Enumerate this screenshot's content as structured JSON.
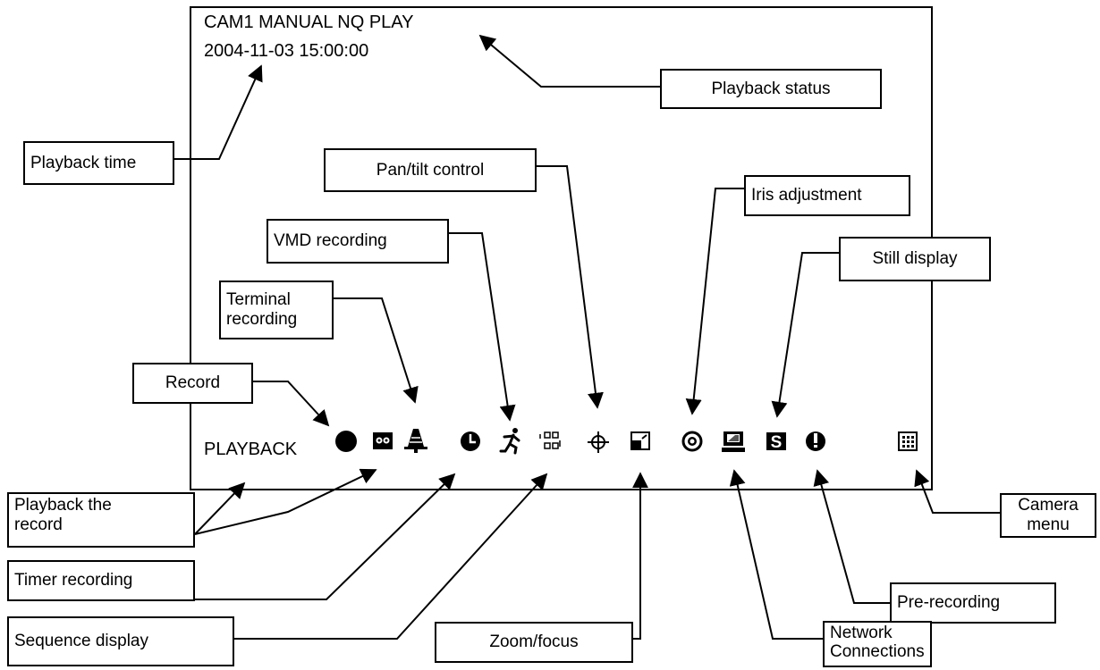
{
  "screen": {
    "status_line": "CAM1  MANUAL  NQ  PLAY",
    "time_line": "2004-11-03 15:00:00",
    "playback_label": "PLAYBACK"
  },
  "icons": [
    "record-icon",
    "cassette-icon",
    "terminal-bell-icon",
    "timer-clock-icon",
    "running-man-icon",
    "sequence-icon",
    "pan-tilt-icon",
    "zoom-focus-icon",
    "iris-icon",
    "network-monitor-icon",
    "still-s-icon",
    "pre-record-icon",
    "camera-menu-icon"
  ],
  "labels": {
    "playback_status": "Playback status",
    "playback_time": "Playback time",
    "pan_tilt": "Pan/tilt control",
    "iris": "Iris adjustment",
    "vmd": "VMD recording",
    "still": "Still display",
    "terminal_1": "Terminal",
    "terminal_2": "recording",
    "record": "Record",
    "playback_record_1": "Playback the",
    "playback_record_2": "record",
    "camera_menu": "Camera menu",
    "timer": "Timer recording",
    "pre_recording": "Pre-recording",
    "sequence": "Sequence display",
    "zoom_focus": "Zoom/focus",
    "network_1": "Network",
    "network_2": "Connections"
  }
}
